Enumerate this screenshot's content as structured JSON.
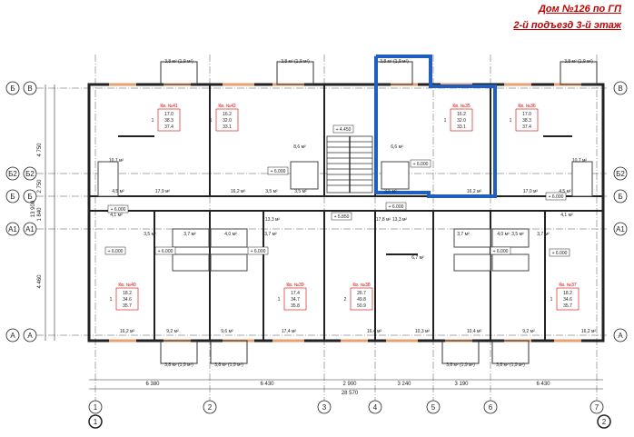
{
  "header": {
    "title": "Дом №126 по ГП",
    "subtitle": "2-й подъезд 3-й этаж"
  },
  "colors": {
    "highlight": "#1f5fbf",
    "apt_label": "#d00000",
    "wall": "#222222",
    "window": "#e8a070",
    "dim": "#333333"
  },
  "axes_rows": [
    {
      "id": "row-B",
      "left": "Б",
      "right": "В"
    },
    {
      "id": "row-B2",
      "left": "Б2",
      "right": "Б2"
    },
    {
      "id": "row-B1",
      "left": "Б",
      "right": "Б"
    },
    {
      "id": "row-A1",
      "left": "А1",
      "right": "А1"
    },
    {
      "id": "row-A",
      "left": "А",
      "right": "А"
    }
  ],
  "axes_cols": [
    "1",
    "2",
    "3",
    "4",
    "5",
    "6",
    "7"
  ],
  "axes_cols_extra": [
    "1",
    "2"
  ],
  "vertical_dims": [
    "4 750",
    "2 750",
    "1 840",
    "4 460",
    "13 900"
  ],
  "horizontal_dims": [
    "6 380",
    "6 430",
    "2 900",
    "3 240",
    "3 190",
    "6 430"
  ],
  "total_dim": "28 570",
  "balconies": [
    "3,8 м² (1,9 м²)",
    "3,8 м² (1,9 м²)",
    "3,8 м² (1,9 м²)",
    "3,8 м² (1,9 м²)",
    "3,8 м² (1,9 м²)",
    "3,8 м² (1,9 м²)",
    "3,8 м² (1,9 м²)",
    "3,8 м² (1,9 м²)"
  ],
  "apartments": [
    {
      "label": "Кв. №41",
      "rooms": "1",
      "v": [
        "17.0",
        "38.3",
        "37.4"
      ]
    },
    {
      "label": "Кв. №42",
      "rooms": "1",
      "v": [
        "16.2",
        "32.0",
        "33.1"
      ]
    },
    {
      "label": "Кв. №35",
      "rooms": "1",
      "v": [
        "16.2",
        "32.0",
        "33.1"
      ]
    },
    {
      "label": "Кв. №36",
      "rooms": "1",
      "v": [
        "17.0",
        "38.3",
        "37.4"
      ]
    },
    {
      "label": "Кв. №40",
      "rooms": "1",
      "v": [
        "18.2",
        "34.6",
        "35.7"
      ]
    },
    {
      "label": "Кв. №39",
      "rooms": "1",
      "v": [
        "17.4",
        "34.7",
        "35.8"
      ]
    },
    {
      "label": "Кв. №38",
      "rooms": "2",
      "v": [
        "26.7",
        "49.8",
        "50.9"
      ]
    },
    {
      "label": "Кв. №37",
      "rooms": "1",
      "v": [
        "18.2",
        "34.6",
        "35.7"
      ]
    }
  ],
  "areas": [
    "17,9 м²",
    "16,2 м²",
    "3,5 м²",
    "3,5 м²",
    "3,5 м²",
    "16,2 м²",
    "17,0 м²",
    "10,7 м²",
    "10,7 м²",
    "8,6 м²",
    "6,6 м²",
    "4,1 м²",
    "4,5 м²",
    "4,1 м²",
    "4,5 м²",
    "13,3 м²",
    "17,8 м²",
    "13,3 м²",
    "3,5 м²",
    "3,7 м²",
    "4,0 м²",
    "3,7 м²",
    "3,7 м²",
    "4,0 м²",
    "3,7 м²",
    "3,5 м²",
    "6,7 м²",
    "16,2 м²",
    "9,2 м²",
    "9,6 м²",
    "17,4 м²",
    "16,4 м²",
    "10,3 м²",
    "10,4 м²",
    "9,2 м²",
    "16,2 м²"
  ],
  "levels": [
    "+ 6.000",
    "+ 6.000",
    "+ 6.000",
    "+ 6.000",
    "+ 6.000",
    "+ 6.000",
    "+ 6.000",
    "+ 6.000",
    "+ 6.000",
    "+ 6.000",
    "+ 4.450",
    "+ 5.850"
  ]
}
